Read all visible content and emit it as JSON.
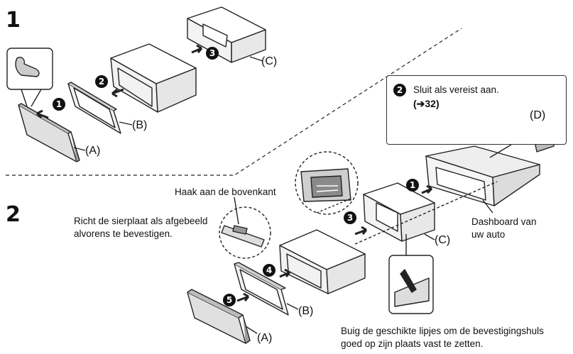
{
  "section1": {
    "number": "1",
    "badges": [
      "1",
      "2",
      "3"
    ],
    "labels": {
      "a": "(A)",
      "b": "(B)",
      "c": "(C)"
    }
  },
  "section2": {
    "number": "2",
    "badges": [
      "1",
      "3",
      "4",
      "5"
    ],
    "labels": {
      "a": "(A)",
      "b": "(B)",
      "c": "(C)",
      "d": "(D)"
    },
    "hook_note": "Haak aan de bovenkant",
    "trim_note_line1": "Richt de sierplaat als afgebeeld",
    "trim_note_line2": "alvorens te bevestigen.",
    "dashboard_line1": "Dashboard van",
    "dashboard_line2": "uw auto",
    "bend_note_line1": "Buig de geschikte lipjes om de bevestigingshuls",
    "bend_note_line2": "goed op zijn plaats vast te zetten.",
    "callout": {
      "badge": "2",
      "text": "Sluit als vereist aan.",
      "ref": "(➔32)"
    }
  }
}
